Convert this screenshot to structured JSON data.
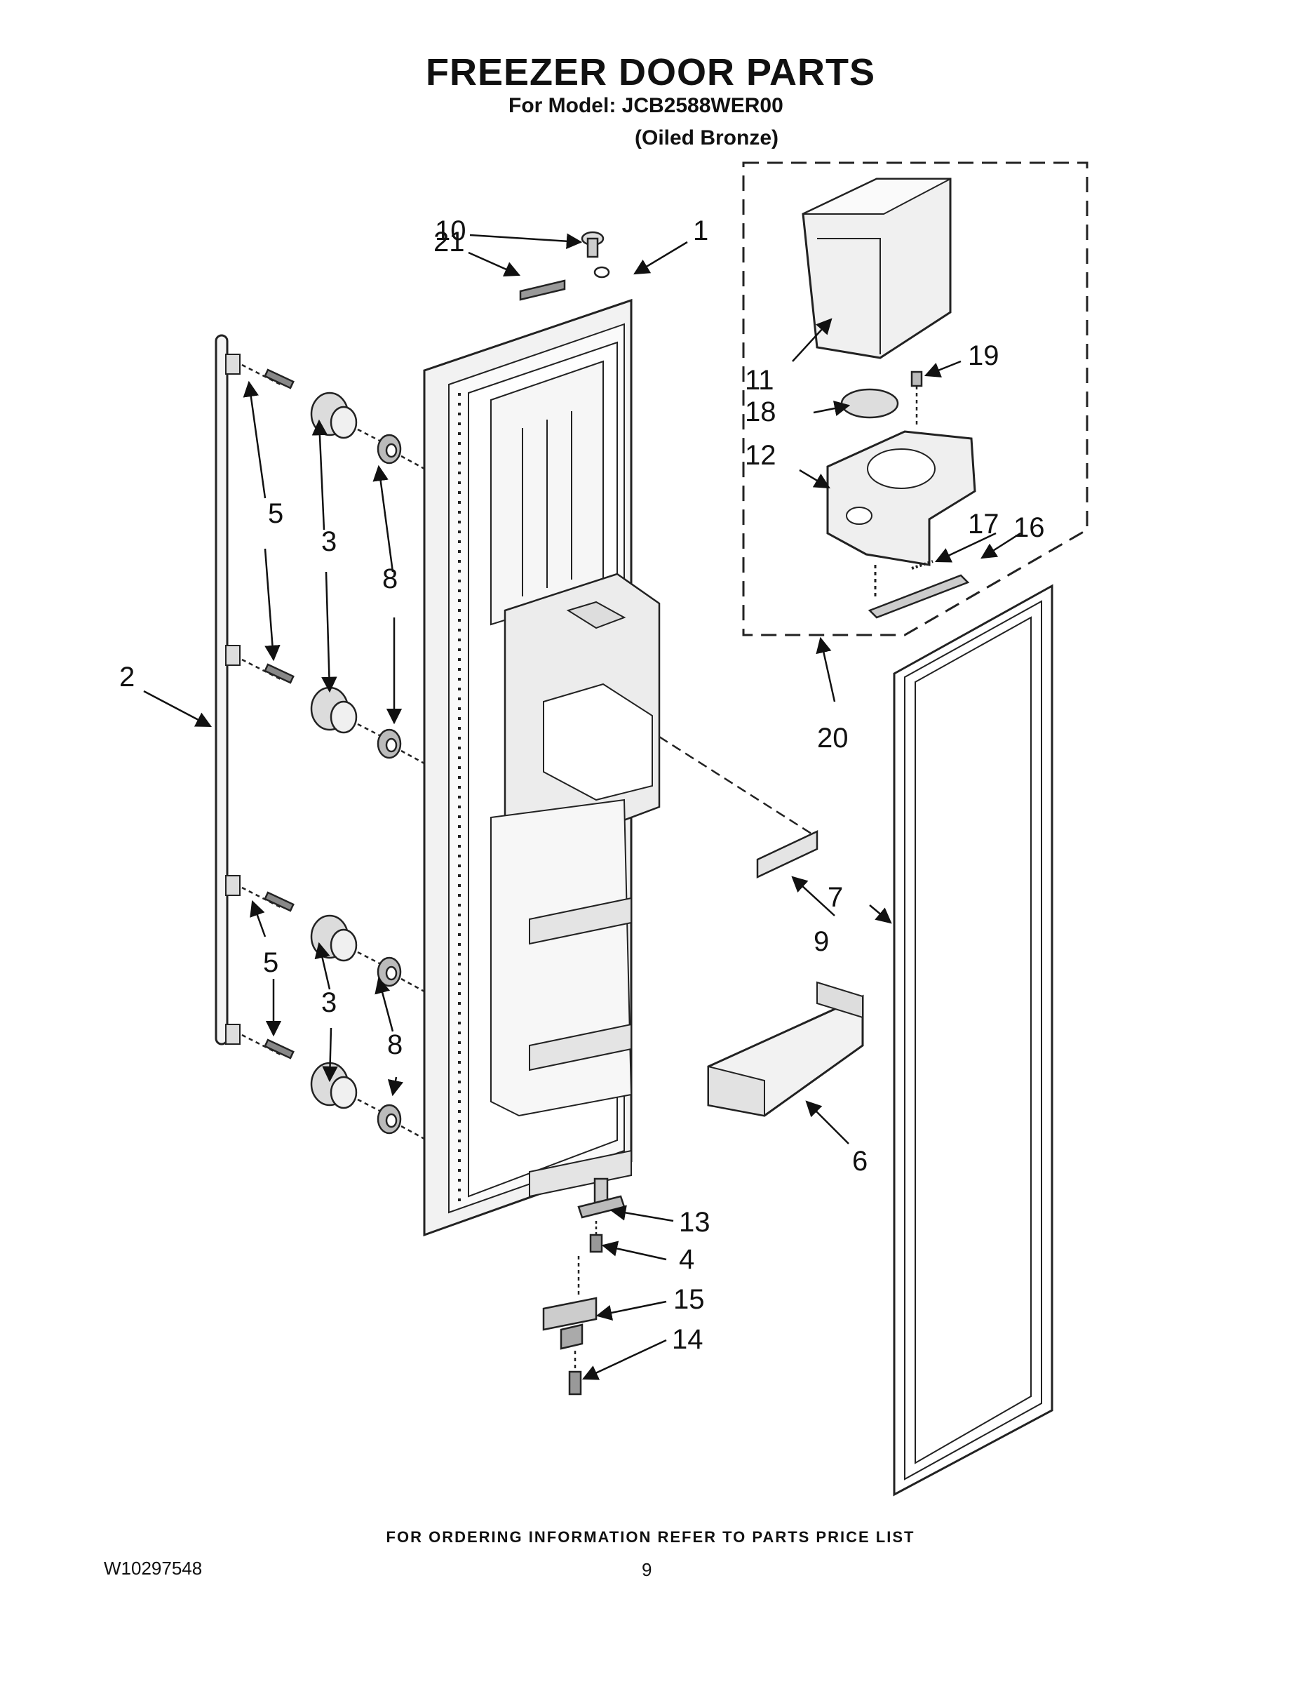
{
  "title": "FREEZER DOOR PARTS",
  "model_line": "For Model: JCB2588WER00",
  "finish_line": "(Oiled Bronze)",
  "footer_note": "FOR ORDERING INFORMATION REFER TO PARTS PRICE LIST",
  "document_number": "W10297548",
  "page_number": "9",
  "callouts": {
    "c1": "1",
    "c2": "2",
    "c3a": "3",
    "c3b": "3",
    "c4": "4",
    "c5a": "5",
    "c5b": "5",
    "c6": "6",
    "c7": "7",
    "c8a": "8",
    "c8b": "8",
    "c9": "9",
    "c10": "10",
    "c11": "11",
    "c12": "12",
    "c13": "13",
    "c14": "14",
    "c15": "15",
    "c16": "16",
    "c17": "17",
    "c18": "18",
    "c19": "19",
    "c20": "20",
    "c21": "21"
  }
}
